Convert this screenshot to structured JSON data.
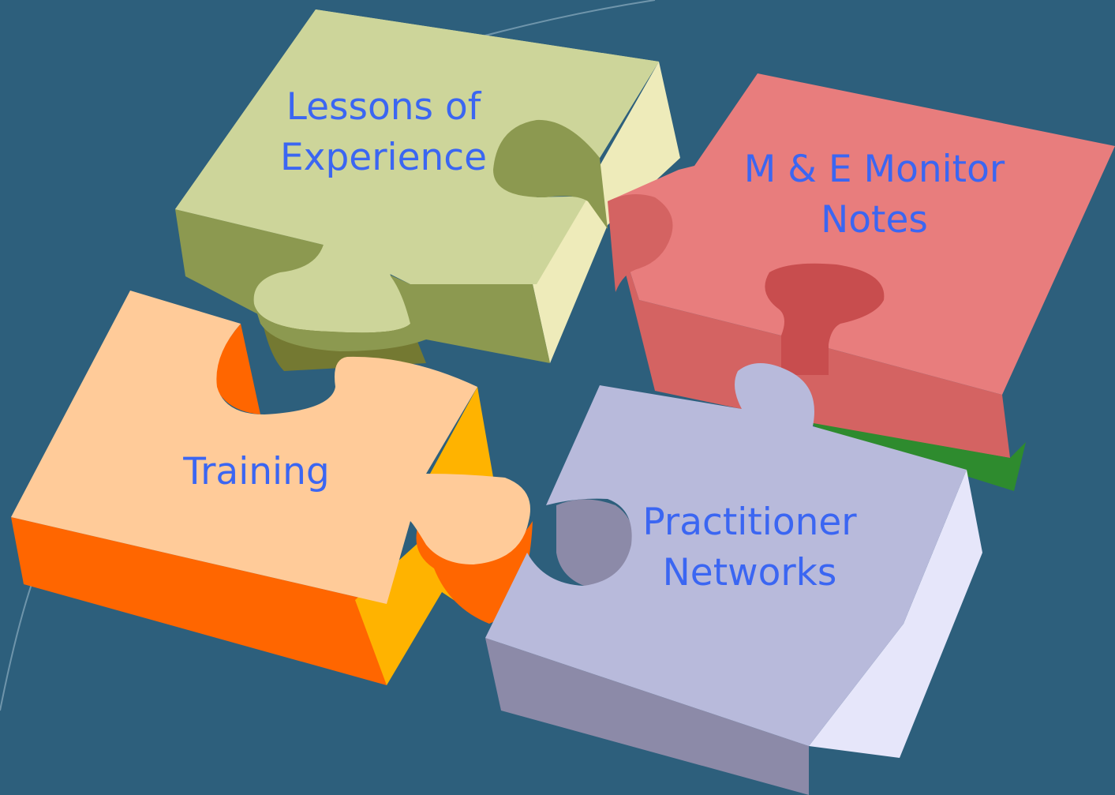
{
  "pieces": {
    "lessons": {
      "lines": [
        "Lessons of",
        "Experience"
      ],
      "top_color": "#cdd59a",
      "side_color": "#8c9950",
      "front_color": "#eeebba"
    },
    "monitor": {
      "lines": [
        "M & E Monitor",
        "Notes"
      ],
      "top_color": "#e87d7d",
      "side_color": "#d46362",
      "front_color": "#c84d4e"
    },
    "training": {
      "lines": [
        "Training"
      ],
      "top_color": "#ffcb99",
      "side_color": "#ff6600",
      "front_color": "#ffb300"
    },
    "practitioner": {
      "lines": [
        "Practitioner",
        "Networks"
      ],
      "top_color": "#b8badb",
      "side_color": "#8c8aa8",
      "front_color": "#e6e6fa"
    }
  },
  "colors": {
    "background": "#2d5f7c",
    "label": "#3b66f2",
    "base_strip": "#2e8b2e"
  }
}
